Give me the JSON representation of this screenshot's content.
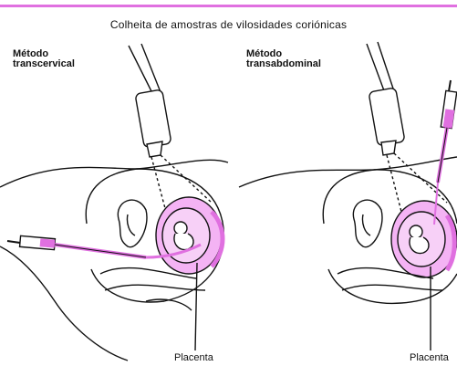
{
  "title": "Colheita de amostras de vilosidades coriónicas",
  "left_panel": {
    "label_line1": "Método",
    "label_line2": "transcervical",
    "placenta_label": "Placenta"
  },
  "right_panel": {
    "label_line1": "Método",
    "label_line2": "transabdominal",
    "placenta_label": "Placenta"
  },
  "colors": {
    "accent": "#e070e0",
    "uterus_fill": "#f4b3f4",
    "line": "#111111"
  }
}
